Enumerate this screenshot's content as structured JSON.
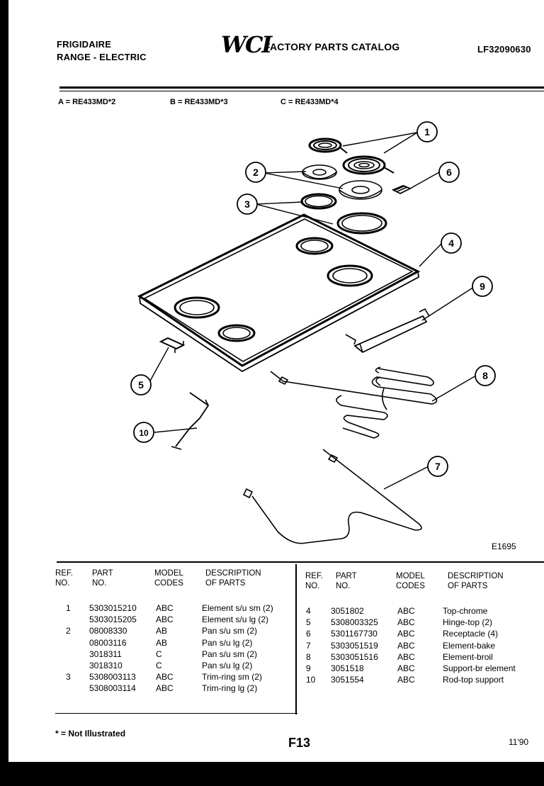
{
  "header": {
    "brand": "FRIGIDAIRE",
    "product": "RANGE - ELECTRIC",
    "catalog_title": "FACTORY PARTS CATALOG",
    "catalog_number": "LF32090630"
  },
  "models": [
    "A = RE433MD*2",
    "B = RE433MD*3",
    "C = RE433MD*4"
  ],
  "diagram": {
    "drawing_number": "E1695"
  },
  "table": {
    "headers": {
      "ref": "REF.\nNO.",
      "part": "PART\nNO.",
      "model": "MODEL\nCODES",
      "description": "DESCRIPTION\nOF PARTS"
    },
    "left": [
      {
        "ref": "1",
        "part": "5303015210",
        "model": "ABC",
        "description": "Element s/u sm (2)"
      },
      {
        "ref": "",
        "part": "5303015205",
        "model": "ABC",
        "description": "Element s/u lg (2)"
      },
      {
        "ref": "2",
        "part": "08008330",
        "model": "AB",
        "description": "Pan s/u sm (2)"
      },
      {
        "ref": "",
        "part": "08003116",
        "model": "AB",
        "description": "Pan s/u lg (2)"
      },
      {
        "ref": "",
        "part": "3018311",
        "model": "C",
        "description": "Pan s/u sm (2)"
      },
      {
        "ref": "",
        "part": "3018310",
        "model": "C",
        "description": "Pan s/u lg (2)"
      },
      {
        "ref": "3",
        "part": "5308003113",
        "model": "ABC",
        "description": "Trim-ring sm (2)"
      },
      {
        "ref": "",
        "part": "5308003114",
        "model": "ABC",
        "description": "Trim-ring lg (2)"
      }
    ],
    "right": [
      {
        "ref": "4",
        "part": "3051802",
        "model": "ABC",
        "description": "Top-chrome"
      },
      {
        "ref": "5",
        "part": "5308003325",
        "model": "ABC",
        "description": "Hinge-top (2)"
      },
      {
        "ref": "6",
        "part": "5301167730",
        "model": "ABC",
        "description": "Receptacle (4)"
      },
      {
        "ref": "7",
        "part": "5303051519",
        "model": "ABC",
        "description": "Element-bake"
      },
      {
        "ref": "8",
        "part": "5303051516",
        "model": "ABC",
        "description": "Element-broil"
      },
      {
        "ref": "9",
        "part": "3051518",
        "model": "ABC",
        "description": "Support-br element"
      },
      {
        "ref": "10",
        "part": "3051554",
        "model": "ABC",
        "description": "Rod-top support"
      }
    ]
  },
  "footer": {
    "note": "* = Not Illustrated",
    "page": "F13",
    "date": "11'90"
  }
}
